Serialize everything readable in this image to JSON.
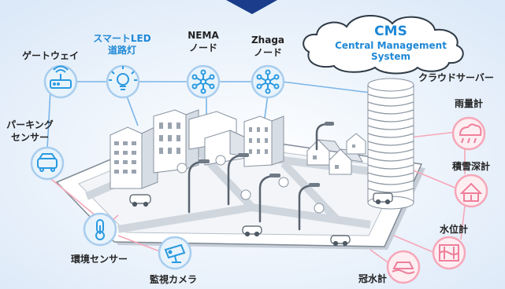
{
  "cms": {
    "title": "CMS",
    "line1": "Central Management",
    "line2": "System"
  },
  "cloud_server": "クラウドサーバー",
  "gateway": "ゲートウェイ",
  "smart_led": {
    "line1": "スマートLED",
    "line2": "道路灯"
  },
  "nema": {
    "line1": "NEMA",
    "line2": "ノード"
  },
  "zhaga": {
    "line1": "Zhaga",
    "line2": "ノード"
  },
  "parking": {
    "line1": "パーキング",
    "line2": "センサー"
  },
  "env_sensor": "環境センサー",
  "camera": "監視カメラ",
  "rain_gauge": "雨量計",
  "snow_gauge": "積雪深計",
  "water_level": "水位計",
  "flood_gauge": "冠水計",
  "colors": {
    "accent": "#1e88d6",
    "navy": "#1a3c8a",
    "pink": "#f6a7b8",
    "line": "#7ab4e8",
    "bg": "#e8f1fb"
  }
}
